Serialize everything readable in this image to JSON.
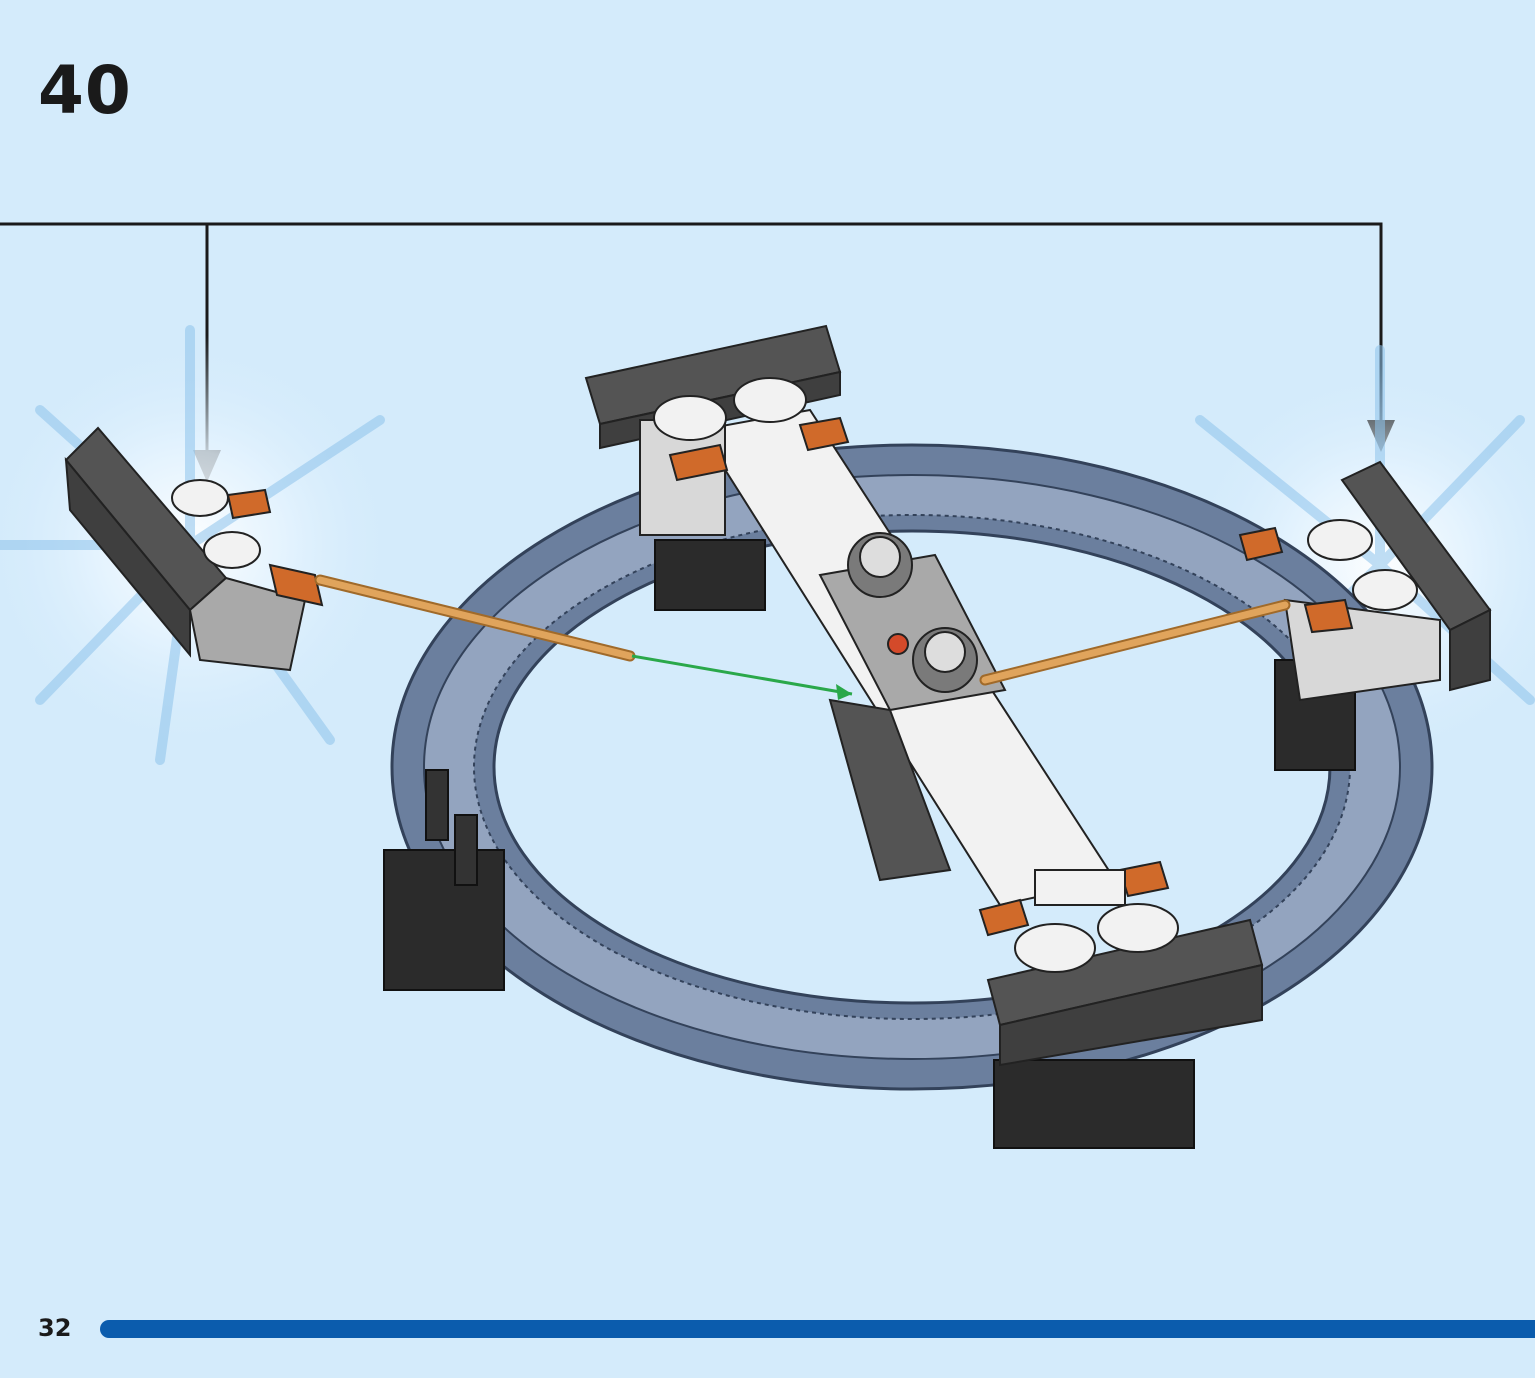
{
  "step": {
    "number": "40"
  },
  "page": {
    "number": "32"
  },
  "colors": {
    "background": "#d4ebfb",
    "progress_bar": "#0b5cad",
    "turntable_ring": "#6b7f9e",
    "dark_gray_brick": "#545454",
    "light_gray_brick": "#a9a9a9",
    "white_tile": "#f2f2f2",
    "orange_tile": "#d06a2a",
    "tan_axle": "#e0a45c",
    "arrow_green": "#2aa84a"
  },
  "illustration": {
    "callouts": [
      "left-subassembly",
      "right-subassembly"
    ],
    "icons": [
      "burst-highlight-icon",
      "down-arrow-icon",
      "insert-arrow-icon"
    ]
  }
}
